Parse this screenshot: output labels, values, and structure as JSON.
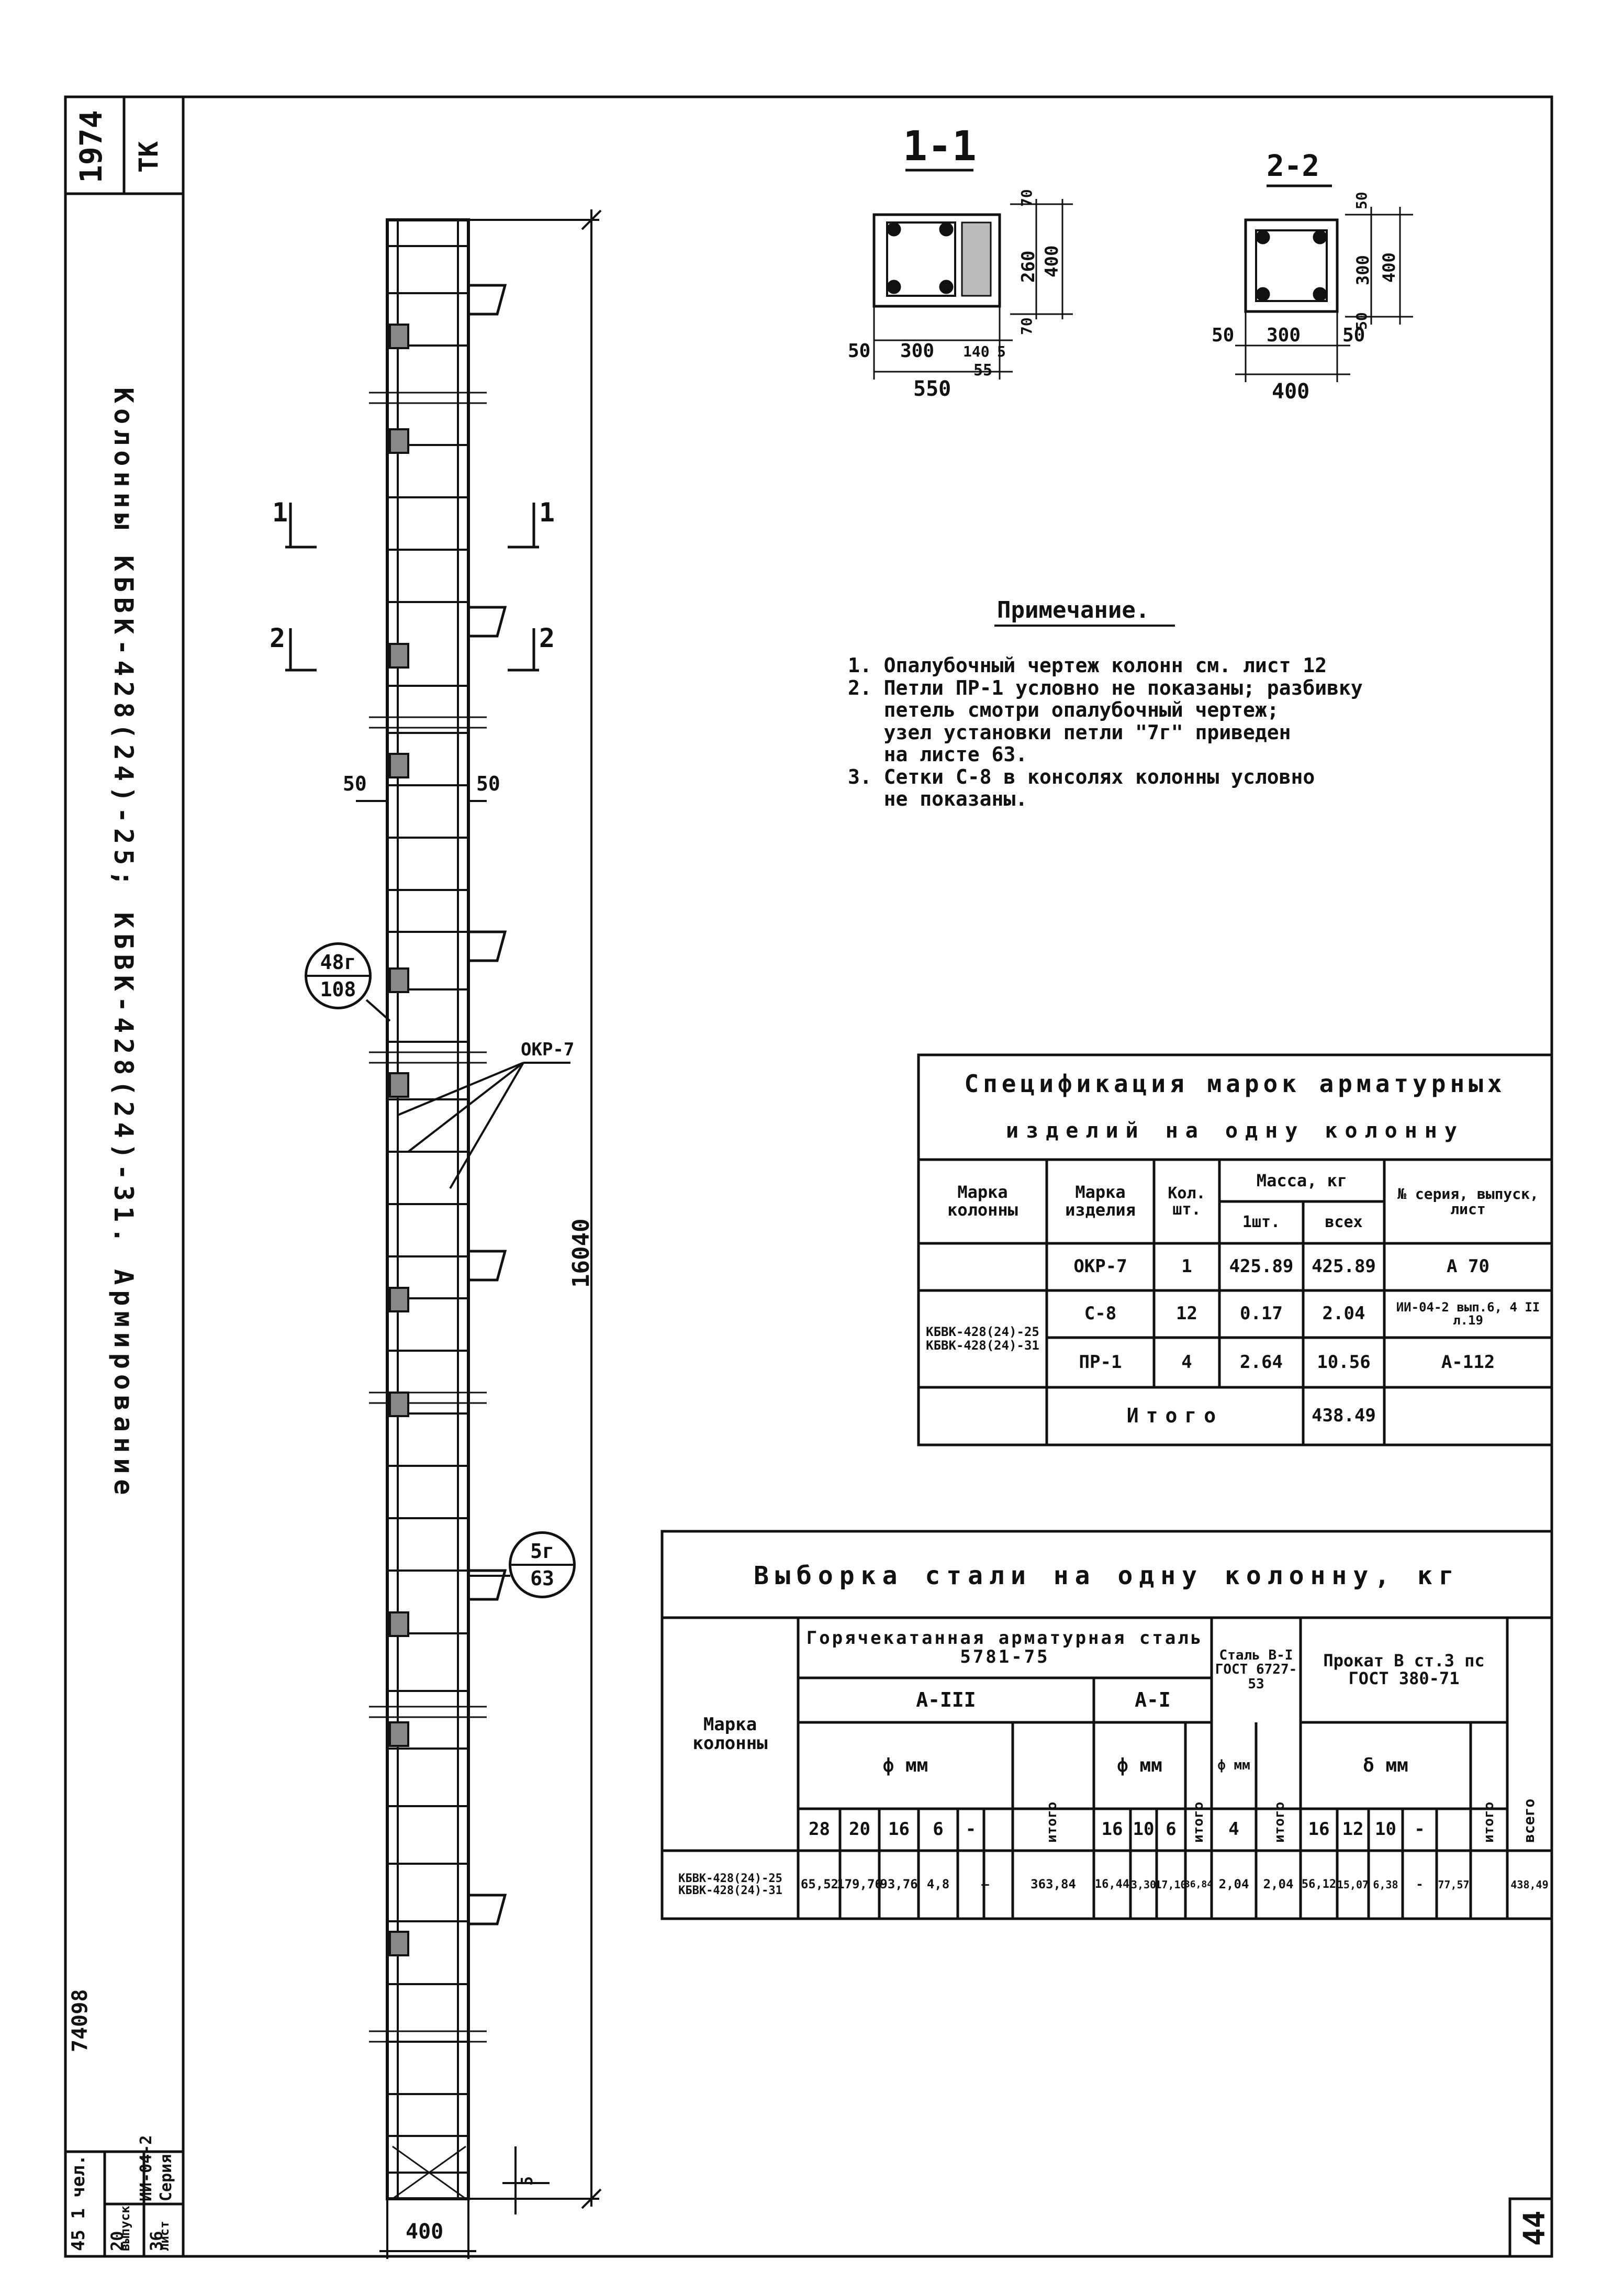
{
  "sheet": {
    "left_strip": {
      "year": "1974",
      "org": "ТК",
      "title_text": "Колонны КБВК-428(24)-25; КБВК-428(24)-31. Армирование",
      "series_label": "Серия",
      "series_value": "ИИ-04-2",
      "issue_label": "выпуск",
      "issue_value": "20",
      "sheet_label": "лист",
      "sheet_value": "36",
      "archive_no": "74098",
      "archive_sheet": "45 1 чел."
    },
    "page_number": "44"
  },
  "elevation": {
    "section_marks": [
      "1",
      "1",
      "2",
      "2"
    ],
    "dim_50_left": "50",
    "dim_50_right": "50",
    "height_dim": "16040",
    "width_dim": "400",
    "bottom_dim": "5",
    "callout_top": {
      "top": "48г",
      "bottom": "108"
    },
    "callout_bottom": {
      "top": "5г",
      "bottom": "63"
    },
    "leader_label": "ОКР-7"
  },
  "section_1_1": {
    "title": "1-1",
    "dims_bottom": [
      "50",
      "300",
      "140",
      "5"
    ],
    "dim_55": "55",
    "total_width": "550",
    "dims_right": [
      "70",
      "260",
      "70"
    ],
    "total_height": "400"
  },
  "section_2_2": {
    "title": "2-2",
    "dims_bottom": [
      "50",
      "300",
      "50"
    ],
    "total_width": "400",
    "dims_right": [
      "50",
      "300",
      "50"
    ],
    "total_height": "400"
  },
  "notes": {
    "heading": "Примечание.",
    "items": [
      "1. Опалубочный чертеж колонн см. лист 12",
      "2. Петли ПР-1 условно не показаны; разбивку",
      "   петель смотри опалубочный чертеж;",
      "   узел установки петли \"7г\" приведен",
      "   на листе 63.",
      "3. Сетки С-8 в консолях колонны условно",
      "   не показаны."
    ]
  },
  "spec_table": {
    "title_line1": "Спецификация марок арматурных",
    "title_line2": "изделий на одну колонну",
    "headers": {
      "col_mark": "Марка колонны",
      "item_mark": "Марка изделия",
      "qty": "Кол. шт.",
      "mass": "Масса, кг",
      "mass_one": "1шт.",
      "mass_all": "всех",
      "series": "№ серия, выпуск, лист"
    },
    "column_marks": "КБВК-428(24)-25 КБВК-428(24)-31",
    "rows": [
      {
        "item": "ОКР-7",
        "qty": "1",
        "one": "425.89",
        "all": "425.89",
        "ref": "А 70"
      },
      {
        "item": "С-8",
        "qty": "12",
        "one": "0.17",
        "all": "2.04",
        "ref": "ИИ-04-2 вып.6, 4 II л.19"
      },
      {
        "item": "ПР-1",
        "qty": "4",
        "one": "2.64",
        "all": "10.56",
        "ref": "А-112"
      }
    ],
    "total_label": "Итого",
    "total_value": "438.49"
  },
  "steel_table": {
    "title": "Выборка стали на одну колонну, кг",
    "group_hot": "Горячекатанная арматурная сталь 5781-75",
    "group_wire": "Сталь В-I ГОСТ 6727-53",
    "group_profile": "Прокат В ст.3 пс ГОСТ 380-71",
    "class_a3": "А-III",
    "class_a1": "А-I",
    "col_mark": "Марка колонны",
    "diam_label": "ф мм",
    "diam_label2": "δ мм",
    "total_short": "итого",
    "grand_total": "всего",
    "diameters_a3": [
      "28",
      "20",
      "16",
      "6",
      "-"
    ],
    "diameters_a1": [
      "16",
      "10",
      "6"
    ],
    "diameters_wire": [
      "4"
    ],
    "diameters_prof": [
      "16",
      "12",
      "10",
      "-"
    ],
    "row_mark": "КБВК-428(24)-25 КБВК-428(24)-31",
    "values_a3": [
      "65,52",
      "179,76",
      "93,76",
      "4,8",
      "—"
    ],
    "total_a3": "363,84",
    "values_a1": [
      "16,44",
      "3,30",
      "17,10"
    ],
    "total_a1": "36,84",
    "values_wire": [
      "2,04"
    ],
    "total_wire": "2,04",
    "values_prof": [
      "56,12",
      "15,07",
      "6,38",
      "-"
    ],
    "total_prof": "77,57",
    "grand": "438,49"
  }
}
